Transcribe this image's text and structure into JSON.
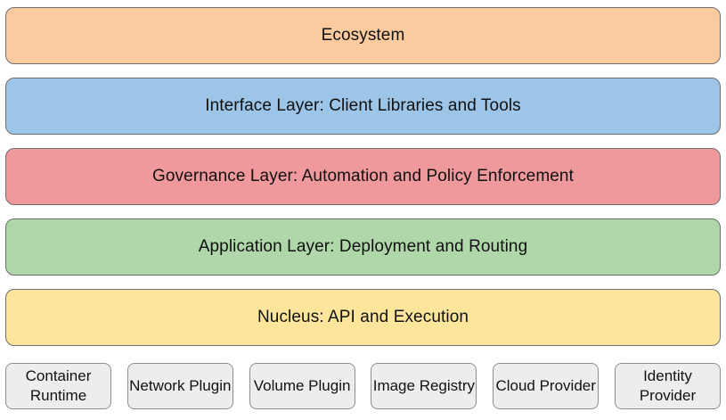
{
  "layers": [
    {
      "id": "ecosystem",
      "label": "Ecosystem",
      "fill": "#FBCA9E"
    },
    {
      "id": "interface",
      "label": "Interface Layer: Client Libraries and Tools",
      "fill": "#9CC5E8"
    },
    {
      "id": "governance",
      "label": "Governance Layer: Automation and Policy Enforcement",
      "fill": "#F0999C"
    },
    {
      "id": "application",
      "label": "Application Layer: Deployment and Routing",
      "fill": "#AFD7A9"
    },
    {
      "id": "nucleus",
      "label": "Nucleus: API and Execution",
      "fill": "#FDE59B"
    }
  ],
  "providers": [
    {
      "label": "Container Runtime"
    },
    {
      "label": "Network Plugin"
    },
    {
      "label": "Volume Plugin"
    },
    {
      "label": "Image Registry"
    },
    {
      "label": "Cloud Provider"
    },
    {
      "label": "Identity Provider"
    }
  ],
  "colors": {
    "layer_border": "#6E6E6E",
    "provider_fill": "#EDEDED",
    "provider_border": "#8E8E8E",
    "text": "#111111",
    "background": "#FFFFFF"
  }
}
